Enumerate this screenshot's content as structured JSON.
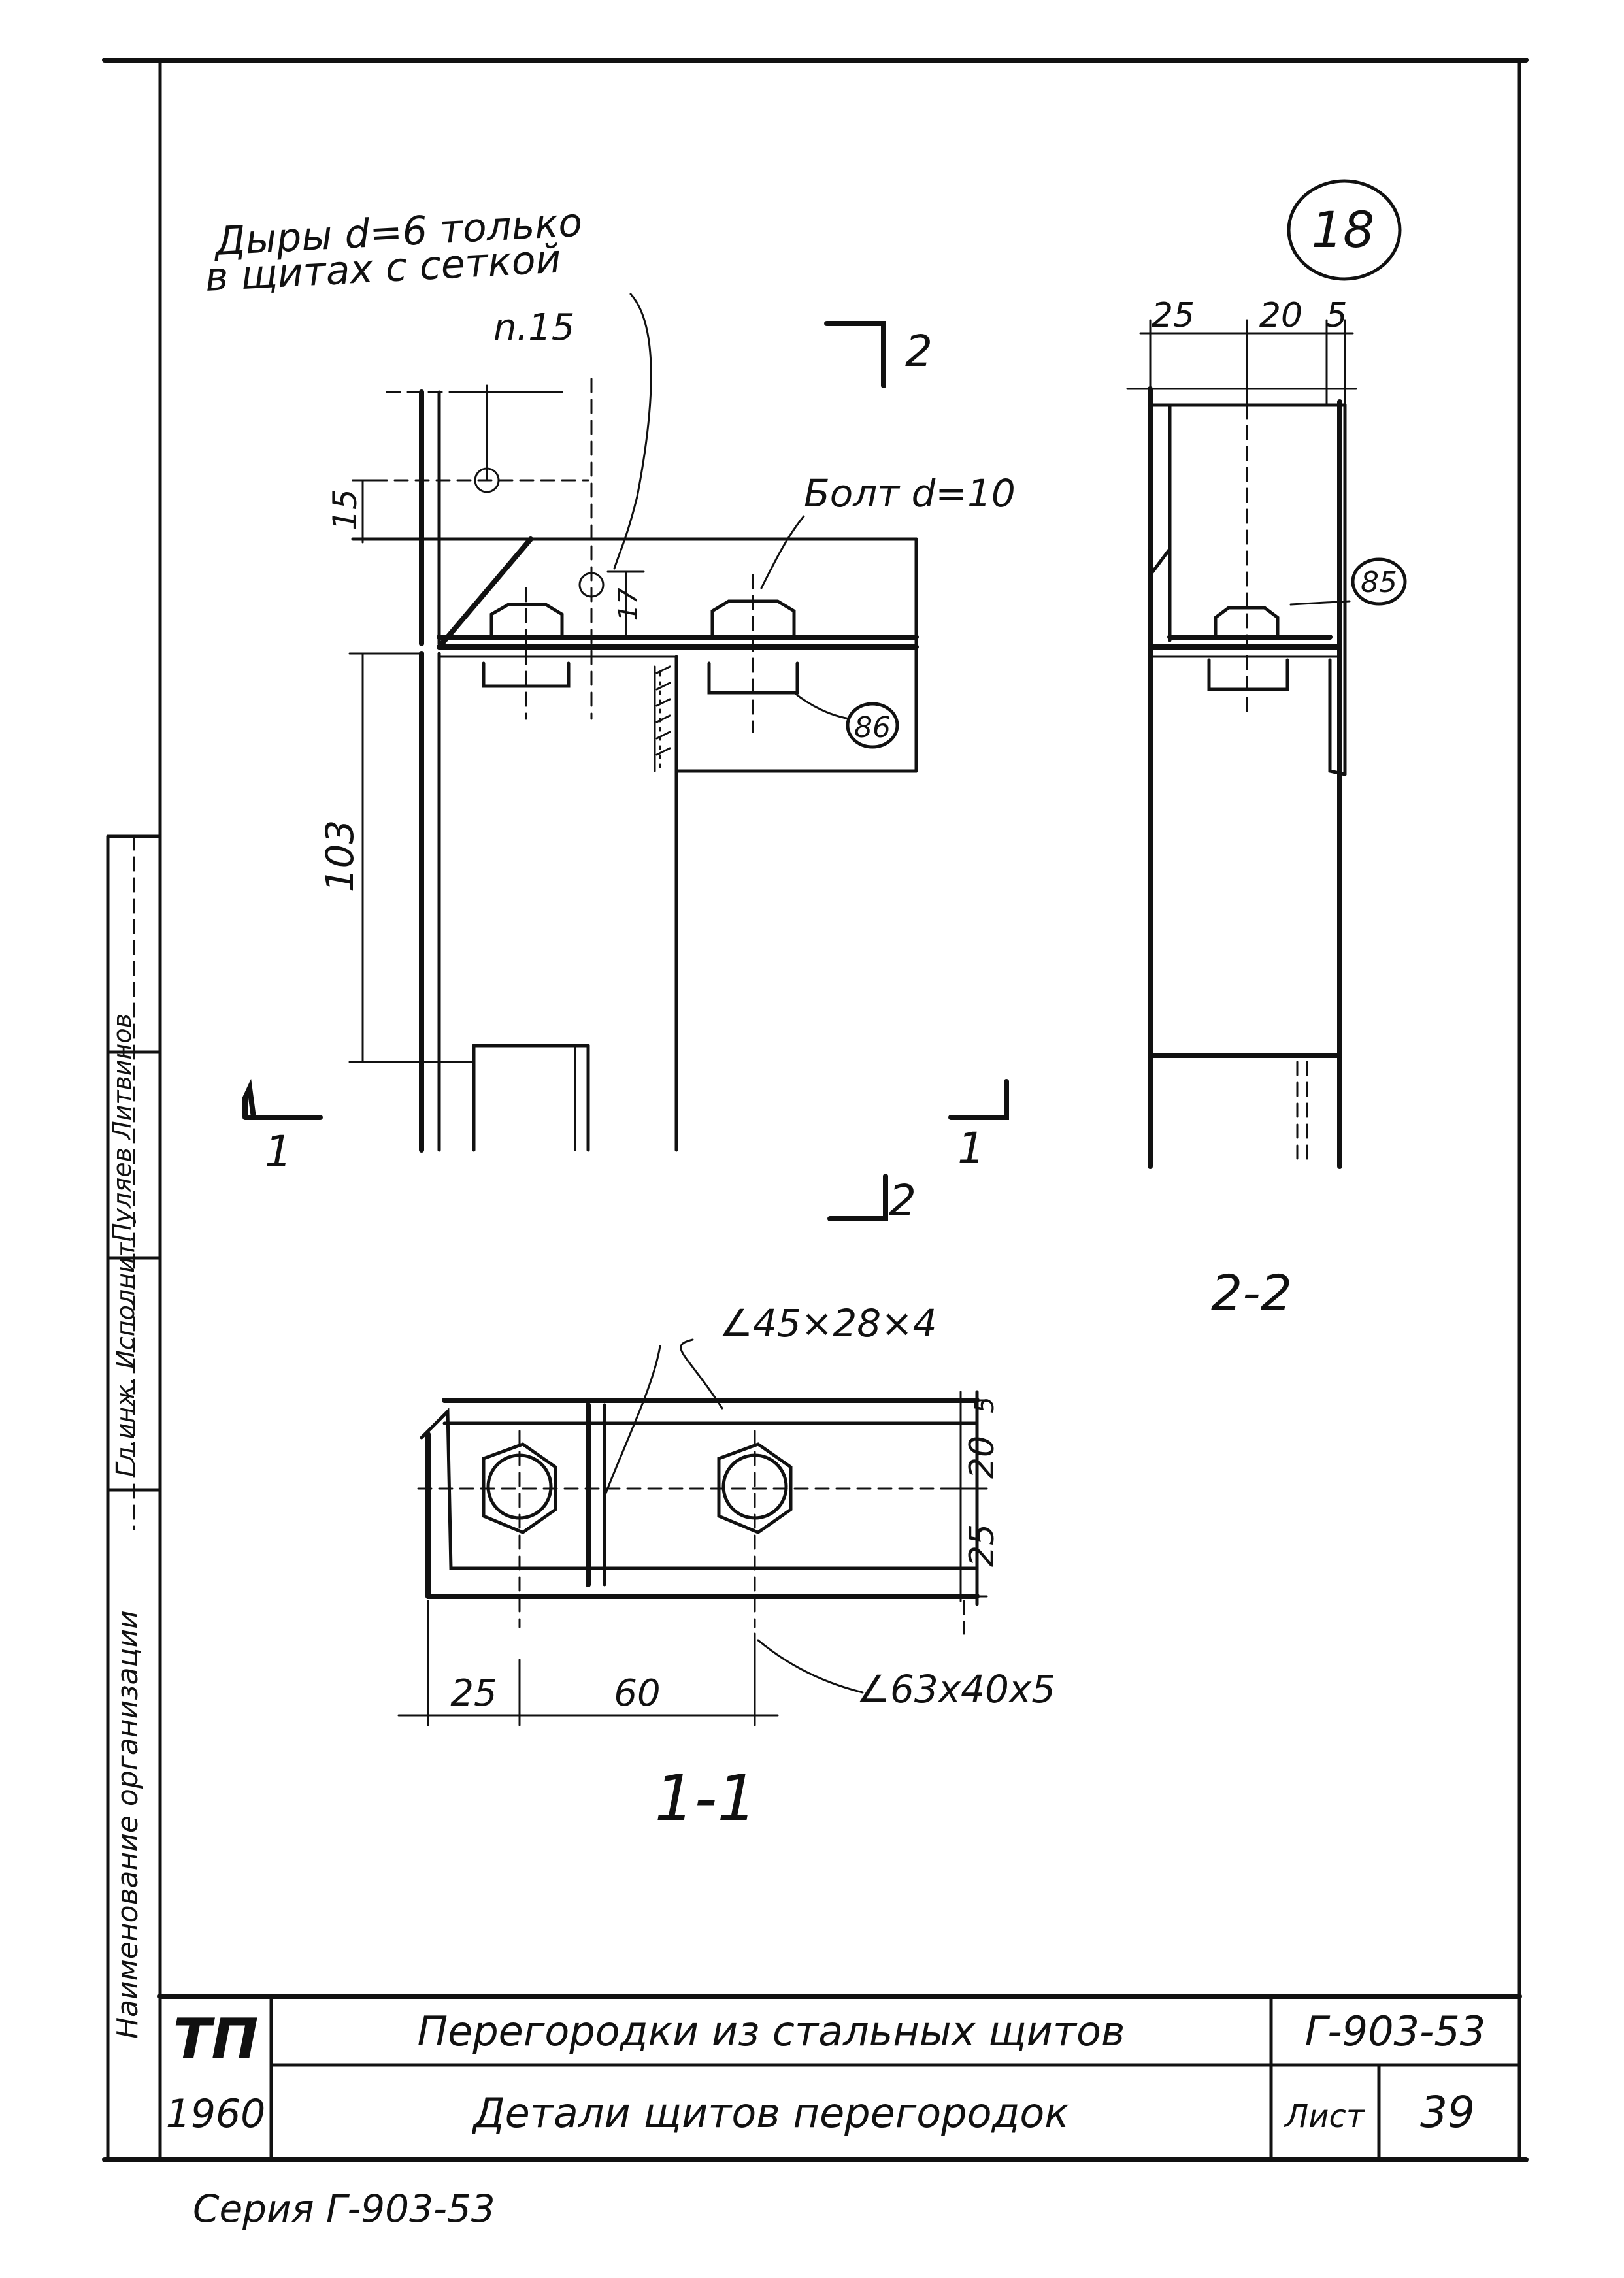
{
  "sheet_number_circle": "18",
  "annotations": {
    "holes_note_line1": "Дыры d=6 только",
    "holes_note_line2": "в щитах с сеткой",
    "holes_pitch": "n.15",
    "bolt_note": "Болт d=10",
    "callout_86": "86",
    "callout_85": "85"
  },
  "dimensions": {
    "d15": "15",
    "d17": "17",
    "d103": "103",
    "d25_top": "25",
    "d20_top": "20",
    "d5_top": "5",
    "d20_right": "20",
    "d5_right": "5",
    "d25_right": "25",
    "d25_bottom": "25",
    "d60_bottom": "60"
  },
  "section_marks": {
    "mark_2_top": "2",
    "mark_2_bottom": "2",
    "mark_1_left": "1",
    "mark_1_right": "1",
    "label_2_2": "2-2",
    "label_1_1": "1-1"
  },
  "profiles": {
    "angle_small": "∠45×28×4",
    "angle_large": "∠63x40x5"
  },
  "side_stamp": {
    "col1": "Наименование организации",
    "col2": "Гл.инж. Исполнит.",
    "col3": "Пуляев Литвинов"
  },
  "title_block": {
    "logo": "ТП",
    "year": "1960",
    "title_line1": "Перегородки из стальных щитов",
    "title_line2": "Детали щитов перегородок",
    "code": "Г-903-53",
    "sheet_label": "Лист",
    "sheet_value": "39"
  },
  "footer": {
    "series": "Серия Г-903-53"
  }
}
